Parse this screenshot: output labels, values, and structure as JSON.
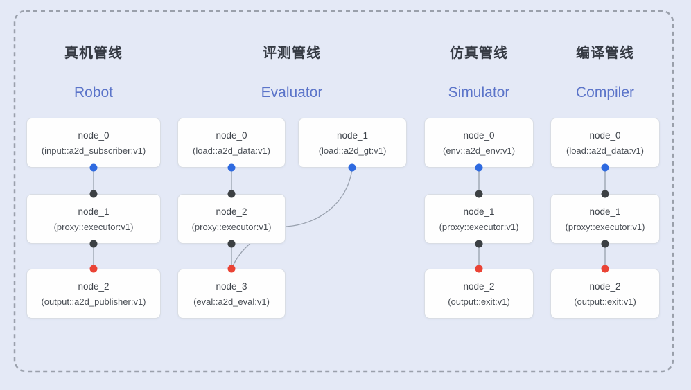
{
  "canvas": {
    "background": "#e4e9f6",
    "border_color": "#9aa0ab"
  },
  "colors": {
    "input_port": "#2e6ae0",
    "internal_port": "#3c4043",
    "output_port": "#ea4335",
    "edge": "#98a0ad",
    "title_text": "#363b44",
    "subtitle_text": "#5b74c9"
  },
  "pipelines": [
    {
      "title": "真机管线",
      "subtitle": "Robot",
      "nodes": [
        {
          "name": "node_0",
          "type": "(input::a2d_subscriber:v1)"
        },
        {
          "name": "node_1",
          "type": "(proxy::executor:v1)"
        },
        {
          "name": "node_2",
          "type": "(output::a2d_publisher:v1)"
        }
      ]
    },
    {
      "title": "评测管线",
      "subtitle": "Evaluator",
      "nodes": [
        {
          "name": "node_0",
          "type": "(load::a2d_data:v1)"
        },
        {
          "name": "node_1",
          "type": "(load::a2d_gt:v1)"
        },
        {
          "name": "node_2",
          "type": "(proxy::executor:v1)"
        },
        {
          "name": "node_3",
          "type": "(eval::a2d_eval:v1)"
        }
      ]
    },
    {
      "title": "仿真管线",
      "subtitle": "Simulator",
      "nodes": [
        {
          "name": "node_0",
          "type": "(env::a2d_env:v1)"
        },
        {
          "name": "node_1",
          "type": "(proxy::executor:v1)"
        },
        {
          "name": "node_2",
          "type": "(output::exit:v1)"
        }
      ]
    },
    {
      "title": "编译管线",
      "subtitle": "Compiler",
      "nodes": [
        {
          "name": "node_0",
          "type": "(load::a2d_data:v1)"
        },
        {
          "name": "node_1",
          "type": "(proxy::executor:v1)"
        },
        {
          "name": "node_2",
          "type": "(output::exit:v1)"
        }
      ]
    }
  ]
}
